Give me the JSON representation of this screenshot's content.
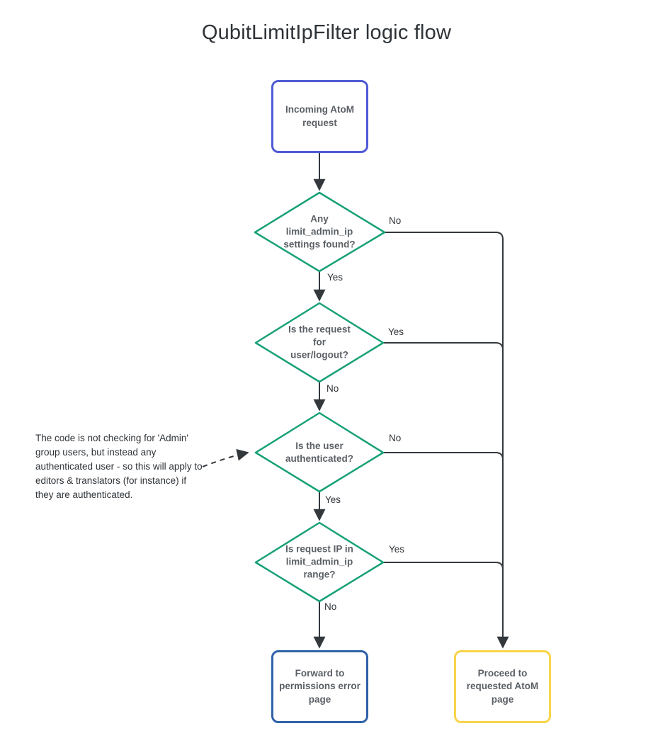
{
  "title": "QubitLimitIpFilter logic flow",
  "colors": {
    "start_node_border": "#4f5bd5",
    "decision_border": "#17a077",
    "error_node_border": "#2f62a7",
    "success_node_border": "#f9d44b",
    "connector": "#33383d",
    "node_text": "#5b6066",
    "label_text": "#2e3338"
  },
  "nodes": {
    "start": {
      "label": "Incoming AtoM request"
    },
    "decision_settings": {
      "label": "Any limit_admin_ip settings found?"
    },
    "decision_logout": {
      "label": "Is the request for user/logout?"
    },
    "decision_auth": {
      "label": "Is the user authenticated?"
    },
    "decision_ip_range": {
      "label": "Is request IP in limit_admin_ip range?"
    },
    "error": {
      "label": "Forward to permissions error page"
    },
    "success": {
      "label": "Proceed to requested AtoM page"
    }
  },
  "edge_labels": {
    "settings_no": "No",
    "settings_yes": "Yes",
    "logout_yes": "Yes",
    "logout_no": "No",
    "auth_no": "No",
    "auth_yes": "Yes",
    "ip_yes": "Yes",
    "ip_no": "No"
  },
  "annotation": {
    "text": "The code is not checking for 'Admin' group users, but instead any authenticated user - so this will apply to editors & translators (for instance) if they are authenticated."
  }
}
